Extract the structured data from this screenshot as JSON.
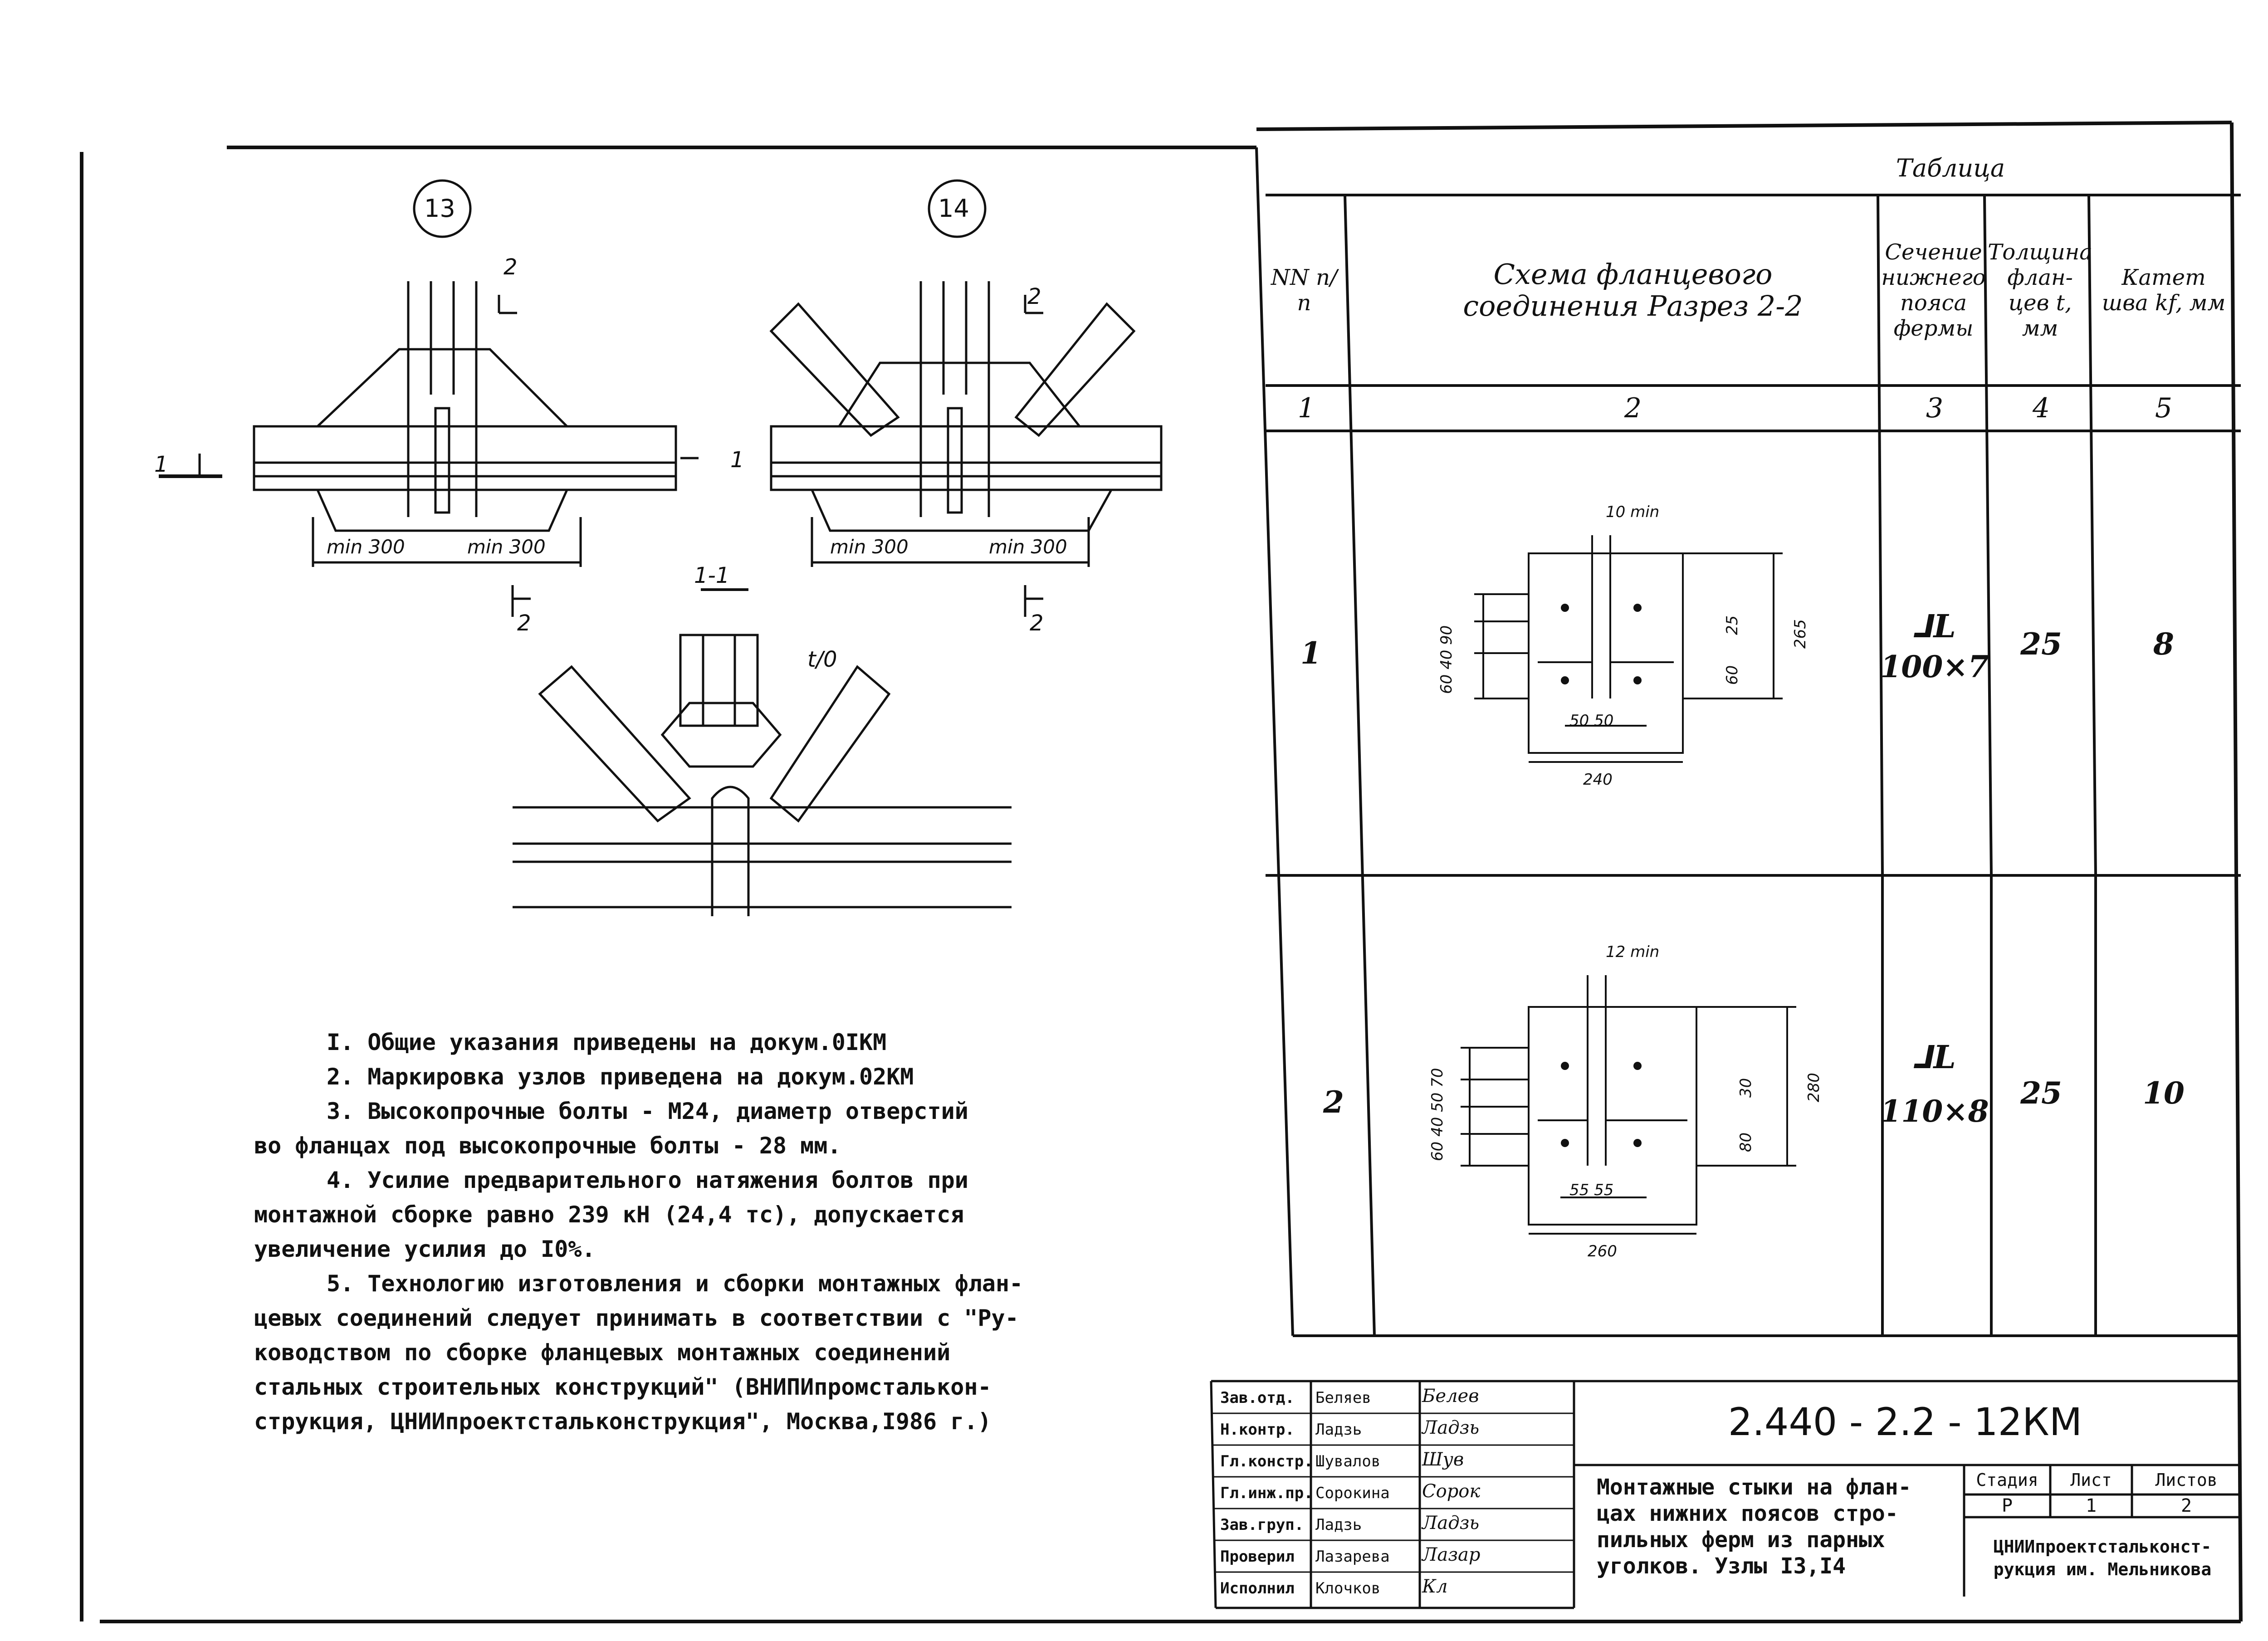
{
  "table": {
    "caption": "Таблица",
    "headers": {
      "num": "NN п/п",
      "scheme": "Схема фланцевого соединения Разрез 2-2",
      "section": "Сечение нижнего пояса фермы",
      "thickness": "Толщина флан- цев t, мм",
      "weld": "Катет шва kf, мм"
    },
    "col_numbers": [
      "1",
      "2",
      "3",
      "4",
      "5"
    ],
    "rows": [
      {
        "num": "1",
        "section": "100×7",
        "thickness": "25",
        "weld": "8"
      },
      {
        "num": "2",
        "section": "110×8",
        "thickness": "25",
        "weld": "10"
      }
    ]
  },
  "drawing": {
    "node13": "13",
    "node14": "14",
    "section_mark": "1-1",
    "cut_2": "2",
    "cut_1": "1",
    "min300": "min 300",
    "t10": "t/0",
    "d1": {
      "top": "10 min",
      "left_dims": "60 40 90",
      "right_dim_a": "265",
      "right_dim_b": "25",
      "right_dim_c": "60",
      "bottom_a": "50 50",
      "bottom_b": "240"
    },
    "d2": {
      "top": "12 min",
      "left_dims": "60 40 50 70",
      "right_dim_a": "280",
      "right_dim_b": "30",
      "right_dim_c": "80",
      "bottom_a": "55 55",
      "bottom_b": "260"
    }
  },
  "notes": [
    "I. Общие указания приведены на докум.0IКМ",
    "2. Маркировка узлов приведена на докум.02КМ",
    "3. Высокопрочные болты - М24, диаметр отверстий",
    "во фланцах под высокопрочные болты - 28 мм.",
    "4. Усилие предварительного натяжения болтов при",
    "монтажной сборке равно 239 кН (24,4 тс), допускается",
    "увеличение усилия до I0%.",
    "5. Технологию изготовления и сборки монтажных флан-",
    "цевых соединений следует принимать в соответствии с \"Ру-",
    "ководством по сборке фланцевых монтажных соединений",
    "стальных строительных конструкций\" (ВНИПИпромсталькон-",
    "струкция, ЦНИИпроектстальконструкция\", Москва,I986 г.)"
  ],
  "title_block": {
    "doc_code": "2.440 - 2.2 - 12КМ",
    "signatures": [
      {
        "role": "Зав.отд.",
        "name": "Беляев",
        "sig": "Белев"
      },
      {
        "role": "Н.контр.",
        "name": "Ладзь",
        "sig": "Ладзь"
      },
      {
        "role": "Гл.констр.",
        "name": "Шувалов",
        "sig": "Шув"
      },
      {
        "role": "Гл.инж.пр.",
        "name": "Сорокина",
        "sig": "Сорок"
      },
      {
        "role": "Зав.груп.",
        "name": "Ладзь",
        "sig": "Ладзь"
      },
      {
        "role": "Проверил",
        "name": "Лазарева",
        "sig": "Лазар"
      },
      {
        "role": "Исполнил",
        "name": "Клочков",
        "sig": "Кл"
      }
    ],
    "title": "Монтажные стыки на флан- цах нижних поясов стро- пильных ферм из парных уголков. Узлы I3,I4",
    "stage_header": "Стадия",
    "sheet_header": "Лист",
    "sheets_header": "Листов",
    "stage": "Р",
    "sheet": "1",
    "sheets": "2",
    "org": "ЦНИИпроектстальконст- рукция им. Мельникова"
  }
}
